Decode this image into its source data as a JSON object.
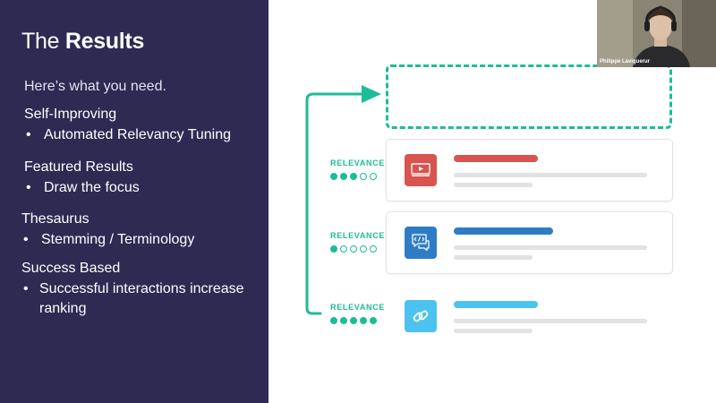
{
  "slide": {
    "title_prefix": "The",
    "title_bold": "Results",
    "intro": "Here’s what you need.",
    "sections": [
      {
        "heading": "Self-Improving",
        "bullets": [
          "Automated Relevancy Tuning"
        ]
      },
      {
        "heading": "Featured Results",
        "bullets": [
          "Draw the focus"
        ]
      },
      {
        "heading": "Thesaurus",
        "bullets": [
          "Stemming / Terminology"
        ]
      },
      {
        "heading": "Success Based",
        "bullets": [
          "Successful interactions increase ranking"
        ]
      }
    ],
    "bullet_glyph": "•"
  },
  "diagram": {
    "relevance_label": "RELEVANCE",
    "items": [
      {
        "icon": "video-player-icon",
        "accent": "#d9534f",
        "relevance": 3,
        "relevance_max": 5
      },
      {
        "icon": "code-chat-icon",
        "accent": "#2e7cc6",
        "relevance": 1,
        "relevance_max": 5
      },
      {
        "icon": "link-icon",
        "accent": "#4cc3ee",
        "relevance": 5,
        "relevance_max": 5
      }
    ],
    "accent_color": "#1ebc96"
  },
  "webcam": {
    "participant_name": "Philippe Laviguerur"
  },
  "colors": {
    "panel_background": "#2e2a52",
    "teal": "#1ebc96"
  }
}
